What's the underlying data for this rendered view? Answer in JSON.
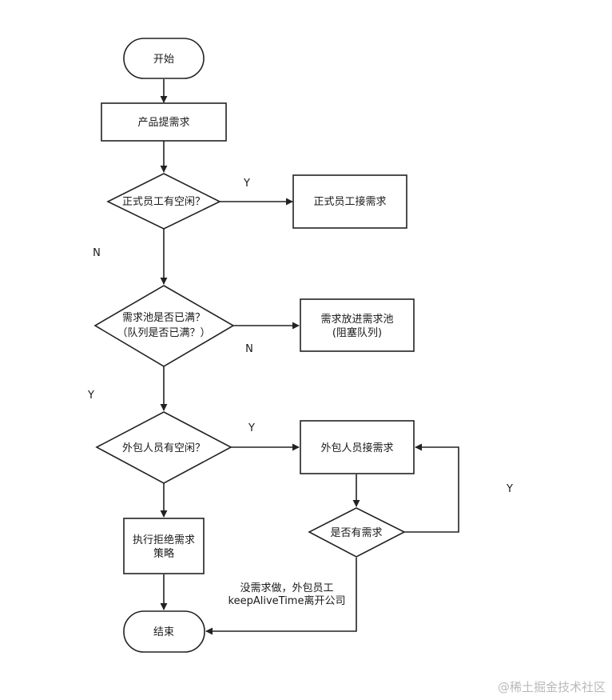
{
  "nodes": {
    "start": "开始",
    "request": "产品提需求",
    "q_fulltime": "正式员工有空闲？",
    "fulltime_take": "正式员工接需求",
    "q_pool_line1": "需求池是否已满？",
    "q_pool_line2": "（队列是否已满？）",
    "pool_put_line1": "需求放进需求池",
    "pool_put_line2": "(阻塞队列)",
    "q_outsource": "外包人员有空闲？",
    "outsource_take": "外包人员接需求",
    "q_has_request": "是否有需求",
    "reject_line1": "执行拒绝需求",
    "reject_line2": "策略",
    "end": "结束"
  },
  "edge_labels": {
    "fulltime_yes": "Y",
    "fulltime_no": "N",
    "pool_no": "N",
    "pool_yes": "Y",
    "outsource_yes": "Y",
    "loop_yes": "Y",
    "timeout_line1": "没需求做，外包员工",
    "timeout_line2": "keepAliveTime离开公司"
  },
  "watermark": "@稀土掘金技术社区"
}
